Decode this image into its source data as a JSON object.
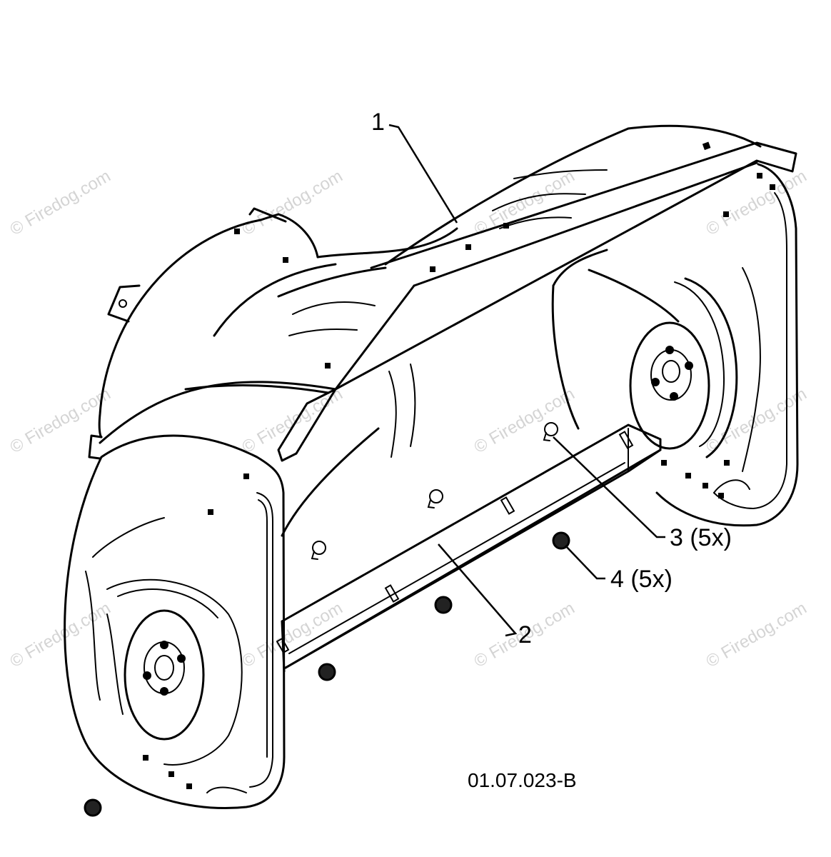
{
  "diagram": {
    "callouts": [
      {
        "id": "1",
        "label": "1"
      },
      {
        "id": "2",
        "label": "2"
      },
      {
        "id": "3",
        "label": "3 (5x)"
      },
      {
        "id": "4",
        "label": "4 (5x)"
      }
    ],
    "drawing_number": "01.07.023-B",
    "watermark": "© Firedog.com"
  }
}
